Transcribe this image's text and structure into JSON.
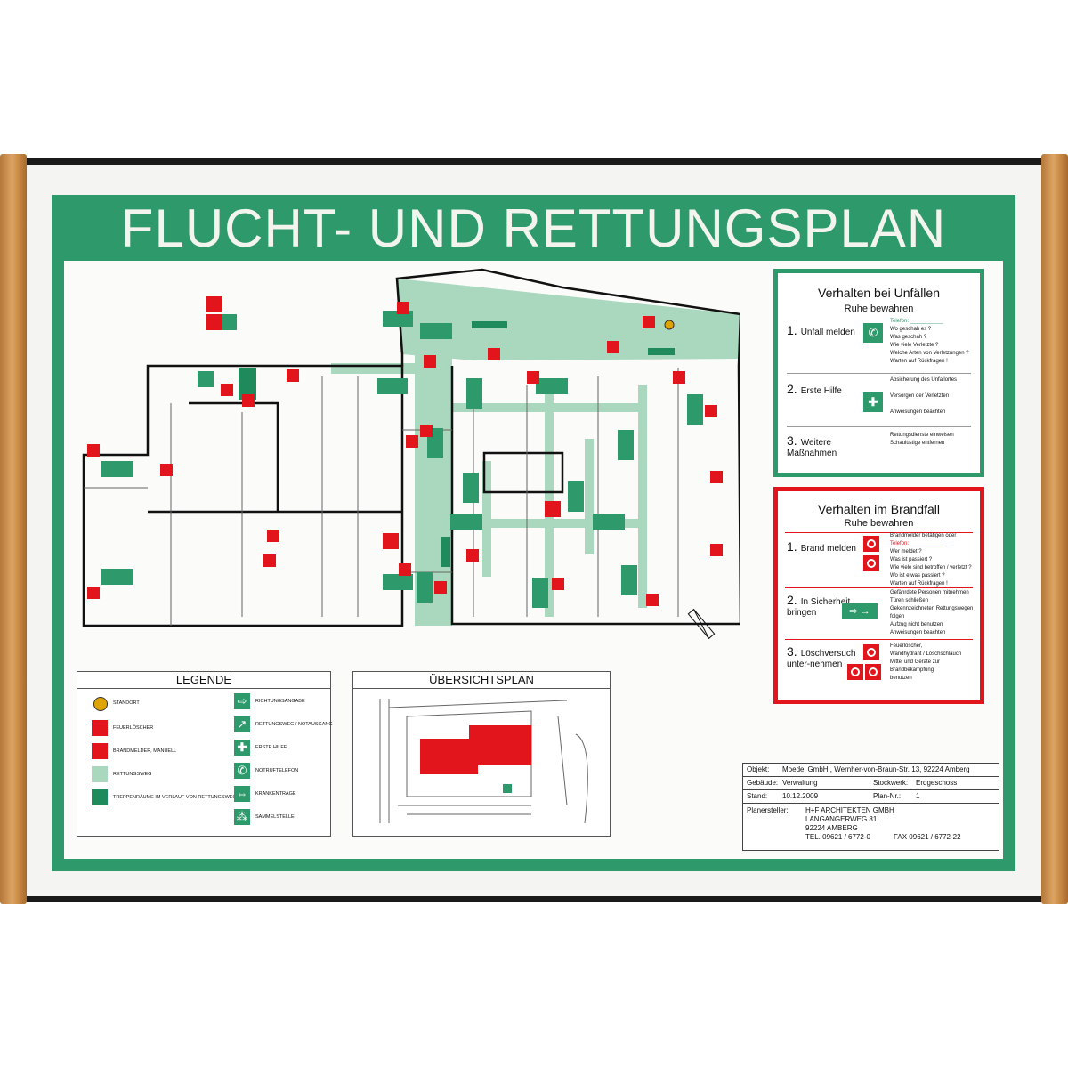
{
  "title": "FLUCHT- UND RETTUNGSPLAN",
  "accidents": {
    "heading": "Verhalten bei Unfällen",
    "subheading": "Ruhe bewahren",
    "steps": [
      {
        "num": "1.",
        "label": "Unfall melden"
      },
      {
        "num": "2.",
        "label": "Erste Hilfe"
      },
      {
        "num": "3.",
        "label": "Weitere Maßnahmen"
      }
    ],
    "phone_label": "Telefon: ___________",
    "questions": [
      "Wo geschah es ?",
      "Was geschah ?",
      "Wie viele Verletzte ?",
      "Welche Arten von Verletzungen ?",
      "Warten auf Rückfragen !"
    ],
    "first_aid_notes": [
      "Absicherung des Unfallortes",
      "Versorgen der Verletzten",
      "Anweisungen beachten"
    ],
    "further_notes": [
      "Rettungsdienste einweisen",
      "Schaulustige entfernen"
    ]
  },
  "fire": {
    "heading": "Verhalten im Brandfall",
    "subheading": "Ruhe bewahren",
    "steps": [
      {
        "num": "1.",
        "label": "Brand melden"
      },
      {
        "num": "2.",
        "label": "In Sicherheit bringen"
      },
      {
        "num": "3.",
        "label": "Löschversuch unter-nehmen"
      }
    ],
    "report_notes": [
      "Brandmelder betätigen oder",
      "Telefon: ___________",
      "Wer meldet ?",
      "Was ist passiert ?",
      "Wie viele sind betroffen / verletzt ?",
      "Wo ist etwas passiert ?",
      "Warten auf Rückfragen !"
    ],
    "safety_notes": [
      "Gefährdete Personen mitnehmen",
      "Türen schließen",
      "Gekennzeichneten Rettungswegen folgen",
      "Aufzug nicht benutzen",
      "Anweisungen beachten"
    ],
    "extinguish_notes": [
      "Feuerlöscher,",
      "Wandhydrant / Löschschlauch",
      "Mittel und Geräte zur Brandbekämpfung",
      "benutzen"
    ]
  },
  "legend": {
    "title": "LEGENDE",
    "left_items": [
      "STANDORT",
      "FEUERLÖSCHER",
      "BRANDMELDER, MANUELL",
      "RETTUNGSWEG",
      "TREPPENRÄUME IM VERLAUF VON RETTUNGSWEGEN"
    ],
    "right_items": [
      "RICHTUNGSANGABE",
      "RETTUNGSWEG / NOTAUSGANG",
      "ERSTE HILFE",
      "NOTRUFTELEFON",
      "KRANKENTRAGE",
      "SAMMELSTELLE"
    ]
  },
  "overview": {
    "title": "ÜBERSICHTSPLAN"
  },
  "titleblock": {
    "objekt_label": "Objekt:",
    "objekt_value": "Moedel GmbH , Wernher-von-Braun-Str. 13, 92224 Amberg",
    "gebaeude_label": "Gebäude:",
    "gebaeude_value": "Verwaltung",
    "stockwerk_label": "Stockwerk:",
    "stockwerk_value": "Erdgeschoss",
    "stand_label": "Stand:",
    "stand_value": "10.12.2009",
    "plan_label": "Plan-Nr.:",
    "plan_value": "1",
    "planer_label": "Planersteller:",
    "planer_lines": [
      "H+F ARCHITEKTEN GMBH",
      "LANGANGERWEG 81",
      "92224 AMBERG"
    ],
    "tel": "TEL. 09621 / 6772-0",
    "fax": "FAX 09621 / 6772-22"
  },
  "colors": {
    "green": "#2e9a6c",
    "red": "#e2151c",
    "route": "#a9d8bf",
    "stair": "#1f8a5b",
    "standort": "#e0a400"
  }
}
